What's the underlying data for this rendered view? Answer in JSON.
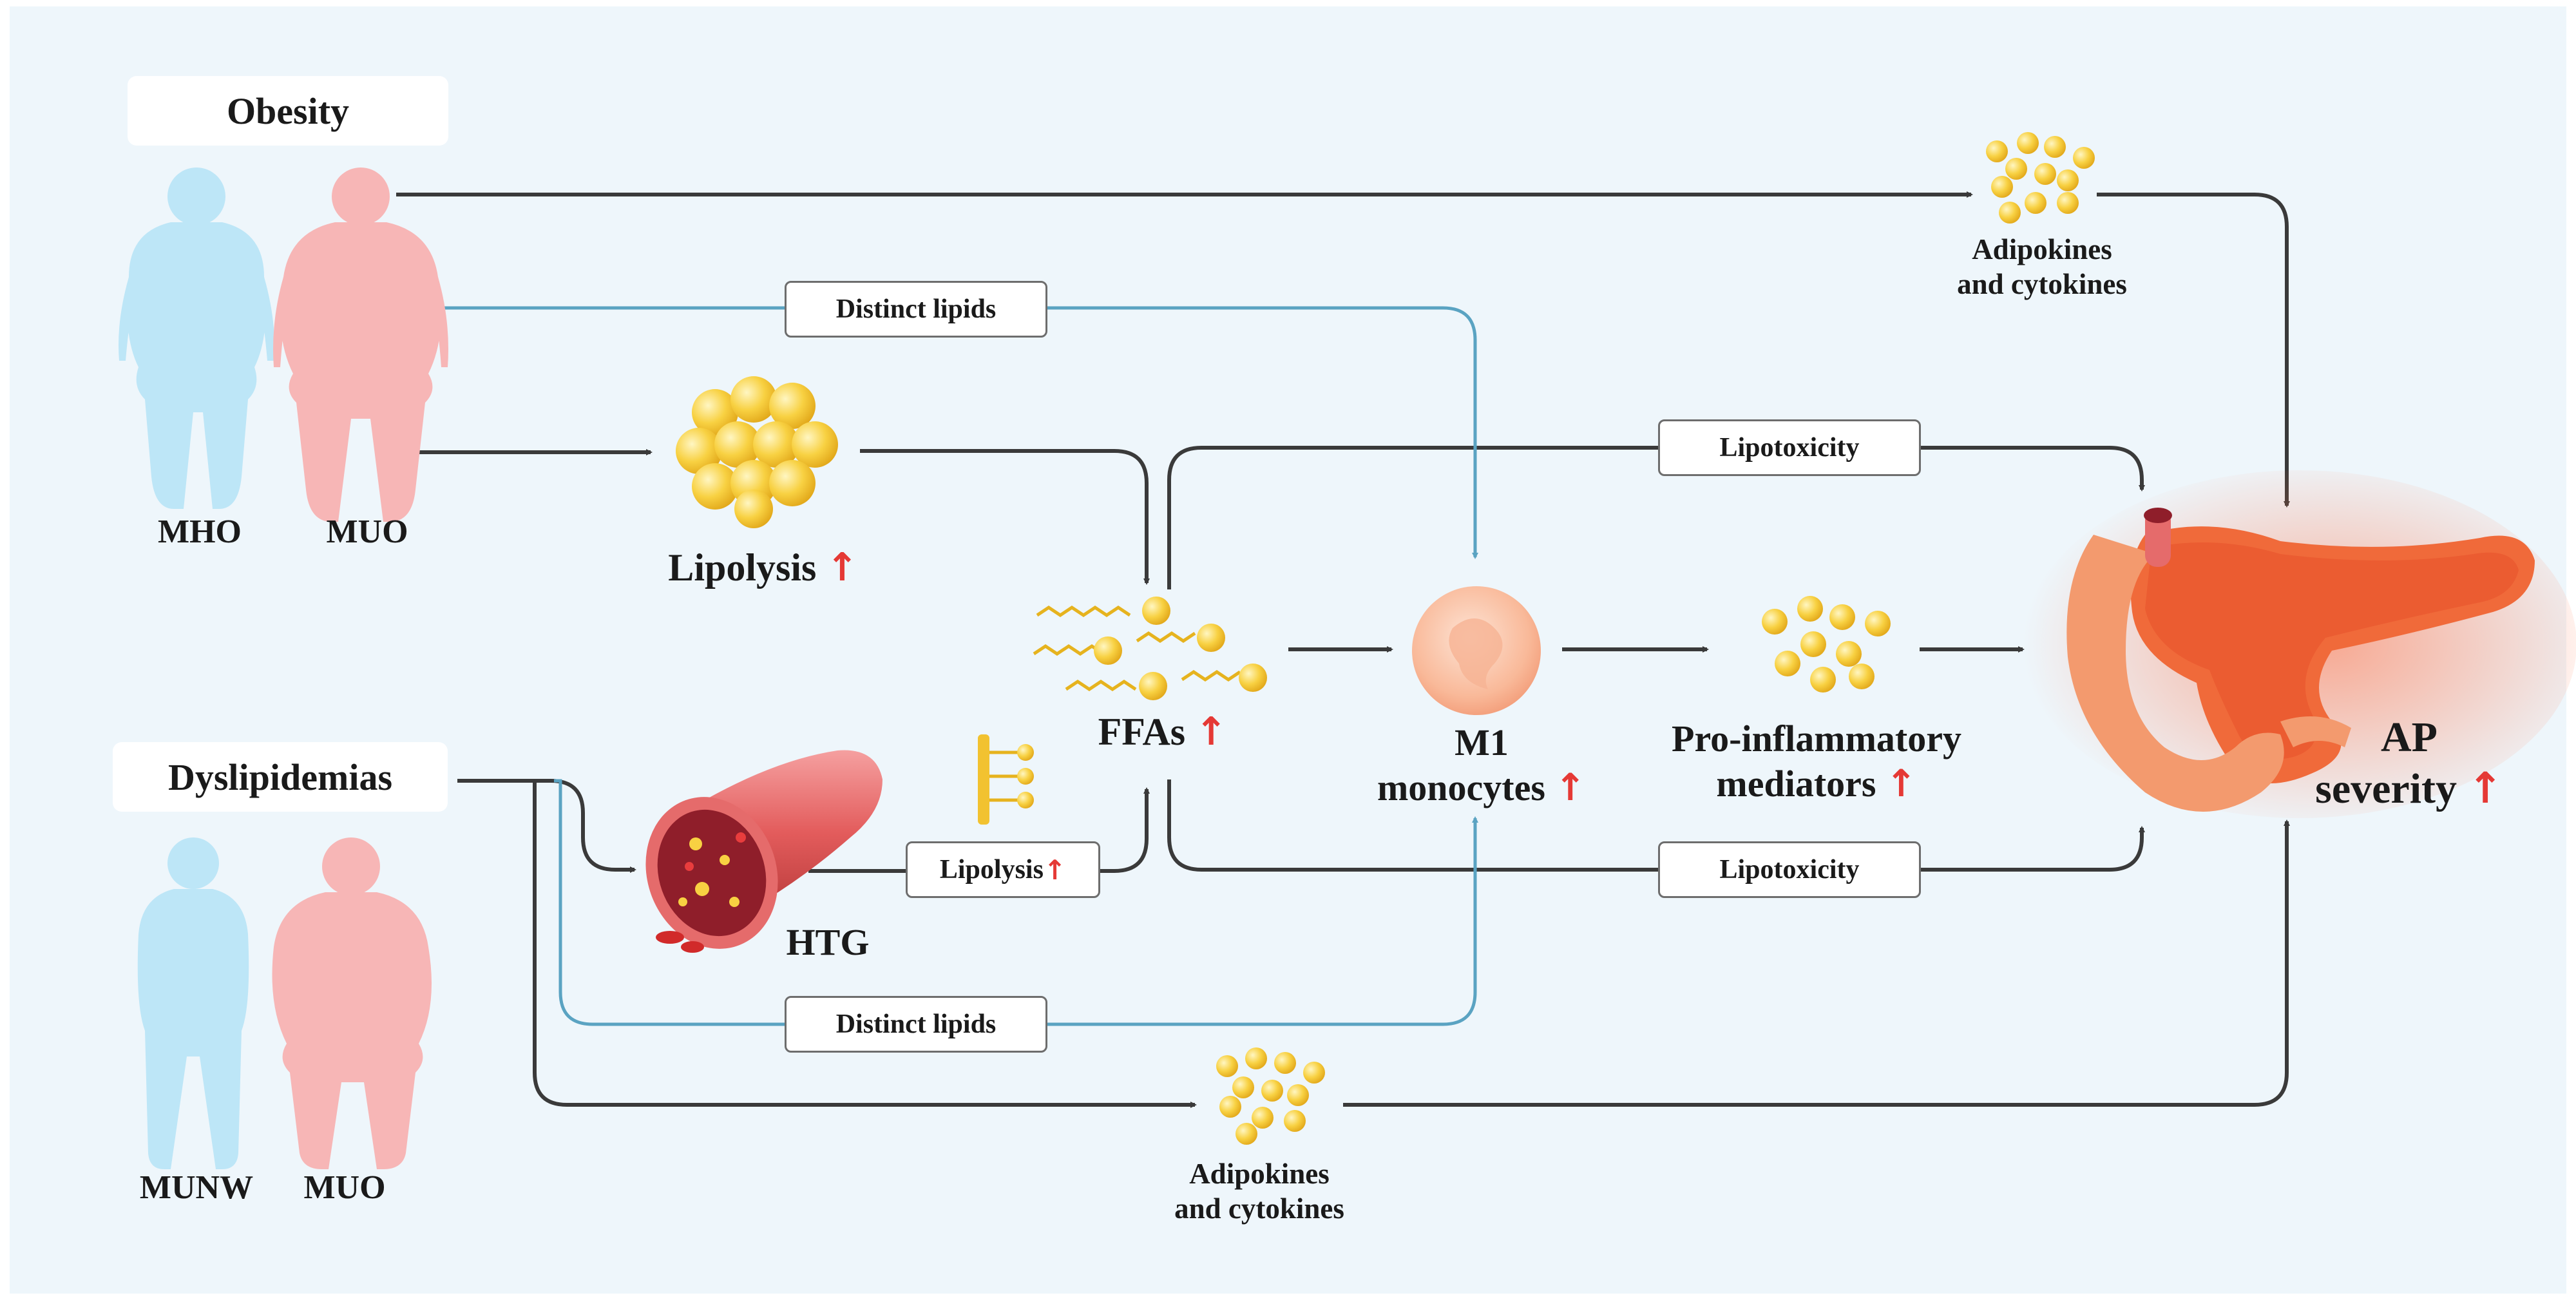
{
  "obesity": {
    "title": "Obesity",
    "left_label": "MHO",
    "right_label": "MUO"
  },
  "dyslipidemias": {
    "title": "Dyslipidemias",
    "left_label": "MUNW",
    "right_label": "MUO"
  },
  "nodes": {
    "lipolysis": "Lipolysis",
    "ffas": "FFAs",
    "m1_line1": "M1",
    "m1_line2": "monocytes",
    "pro_line1": "Pro-inflammatory",
    "pro_line2": "mediators",
    "ap_line1": "AP",
    "ap_line2": "severity",
    "htg": "HTG",
    "adipo_top_line1": "Adipokines",
    "adipo_top_line2": "and cytokines",
    "adipo_bottom_line1": "Adipokines",
    "adipo_bottom_line2": "and cytokines"
  },
  "edge_labels": {
    "distinct_lipids_top": "Distinct lipids",
    "lipotoxicity_top": "Lipotoxicity",
    "lipolysis_htg": "Lipolysis",
    "lipotoxicity_bottom": "Lipotoxicity",
    "distinct_lipids_bottom": "Distinct lipids"
  },
  "arrow_symbol": "↑",
  "colors": {
    "background": "#eef6fb",
    "arrow_dark": "#3a3a3a",
    "arrow_blue": "#5aa3c2",
    "healthy_body": "#bde6f7",
    "unhealthy_body": "#f7b6b6",
    "fat_yellow": "#f8d142",
    "up_arrow": "#e53935",
    "pancreas_orange": "#f06a3a"
  }
}
